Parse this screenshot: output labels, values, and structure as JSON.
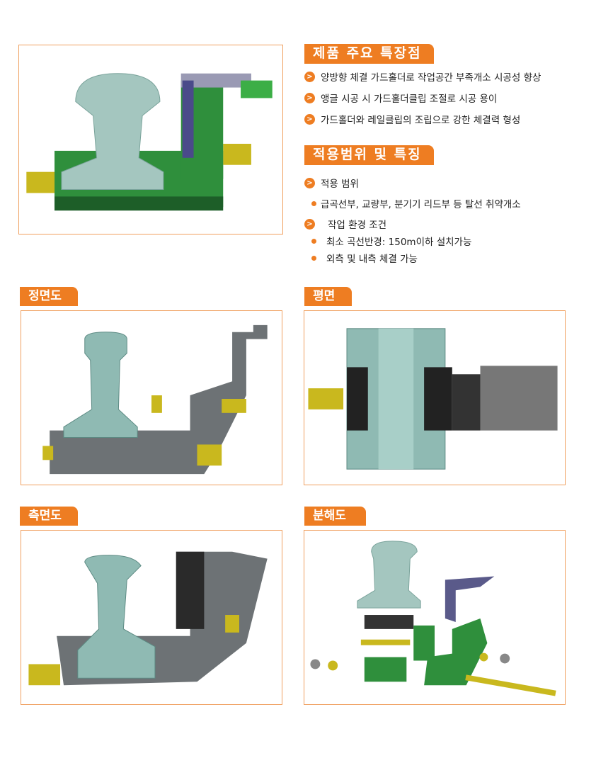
{
  "features": {
    "title": "제품 주요 특장점",
    "items": [
      "양방향 체결 가드홀더로 작업공간 부족개소 시공성 향상",
      "앵글 시공 시 가드홀더클립 조절로 시공 용이",
      "가드홀더와 레일클립의 조립으로 강한 체결력 형성"
    ]
  },
  "scope": {
    "title": "적용범위 및 특징",
    "application_label": "적용 범위",
    "application_items": [
      "급곡선부, 교량부, 분기기 리드부 등 탈선 취약개소"
    ],
    "conditions_label": "작업 환경 조건",
    "conditions_items": [
      "최소 곡선반경: 150m이하 설치가능",
      "외측 및 내측 체결 가능"
    ]
  },
  "views": {
    "front": "정면도",
    "plan": "평면",
    "side": "측면도",
    "exploded": "분해도"
  },
  "colors": {
    "accent": "#ee7d22",
    "rail": "#8fbab3",
    "clip": "#2f8f3c",
    "steel": "#6d7275",
    "bolt": "#c9b81e"
  }
}
